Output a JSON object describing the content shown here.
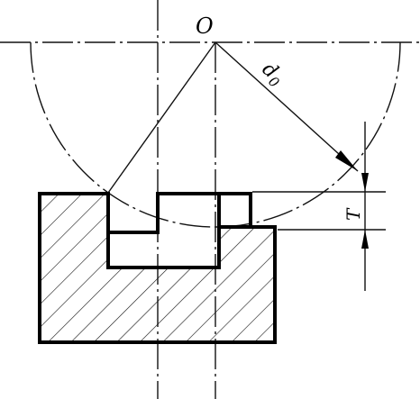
{
  "labels": {
    "center": "O",
    "diameter": "d",
    "diameter_subscript": "0",
    "thickness": "T"
  },
  "colors": {
    "line": "#000000",
    "background": "#ffffff"
  }
}
